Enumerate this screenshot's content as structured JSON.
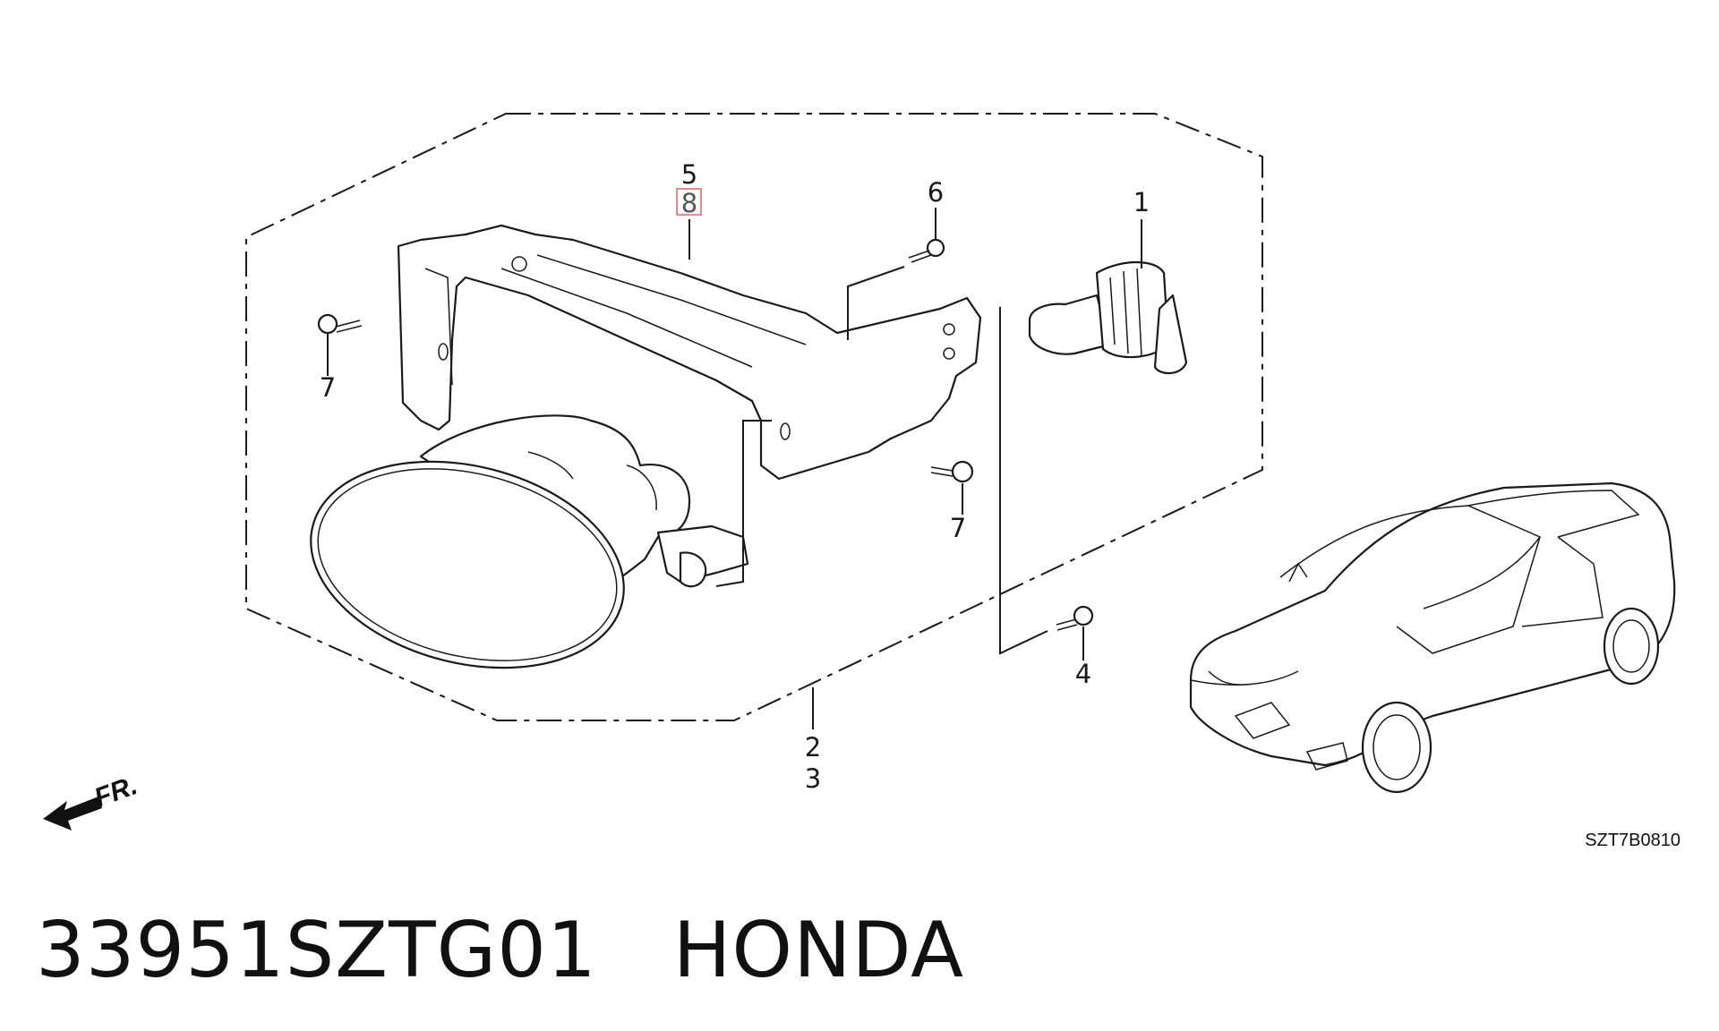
{
  "callouts": {
    "c1": "1",
    "c2": "2",
    "c3": "3",
    "c4": "4",
    "c5": "5",
    "c6": "6",
    "c7a": "7",
    "c7b": "7",
    "c8": "8"
  },
  "direction_label": "FR.",
  "diagram_code": "SZT7B0810",
  "caption": {
    "part_number": "33951SZTG01",
    "brand": "HONDA"
  },
  "colors": {
    "highlight_box": "#e06060",
    "line": "#1a1a1a"
  }
}
